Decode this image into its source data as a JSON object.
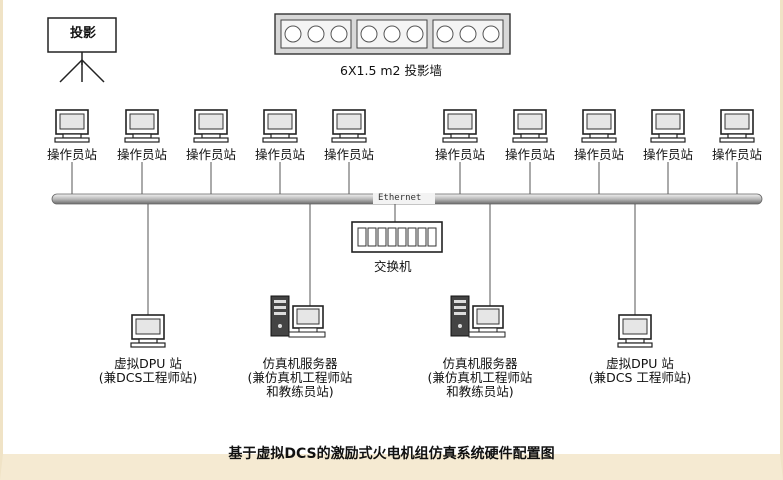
{
  "projector": {
    "label": "投影"
  },
  "wall": {
    "label": "6X1.5 m2 投影墙"
  },
  "network": {
    "label": "Ethernet"
  },
  "switch": {
    "label": "交换机"
  },
  "operator_stations": [
    "操作员站",
    "操作员站",
    "操作员站",
    "操作员站",
    "操作员站",
    "操作员站",
    "操作员站",
    "操作员站",
    "操作员站",
    "操作员站"
  ],
  "bottom_nodes": [
    {
      "line1": "虚拟DPU 站",
      "line2": "(兼DCS工程师站)",
      "line3": ""
    },
    {
      "line1": "仿真机服务器",
      "line2": "(兼仿真机工程师站",
      "line3": "和教练员站)"
    },
    {
      "line1": "仿真机服务器",
      "line2": "(兼仿真机工程师站",
      "line3": "和教练员站)"
    },
    {
      "line1": "虚拟DPU 站",
      "line2": "(兼DCS 工程师站)",
      "line3": ""
    }
  ],
  "caption": "基于虚拟DCS的激励式火电机组仿真系统硬件配置图"
}
